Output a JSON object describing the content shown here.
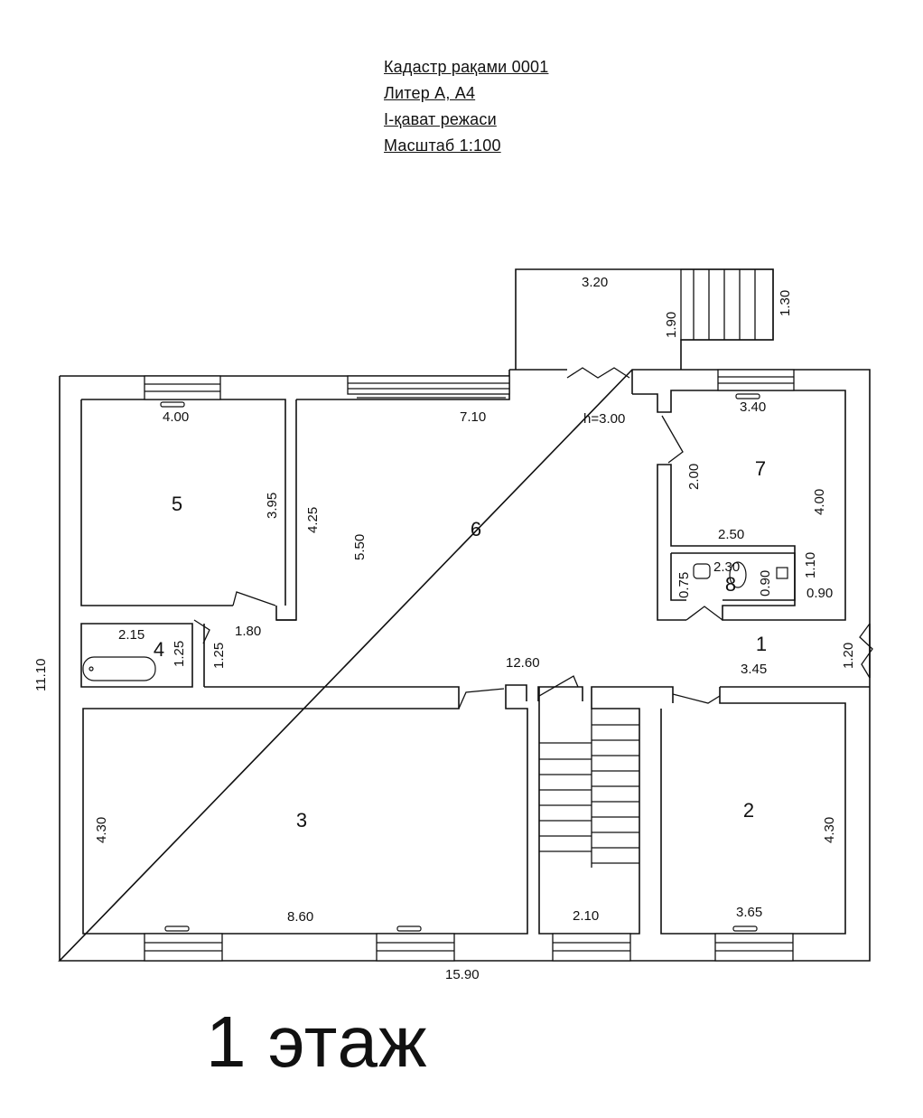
{
  "header": {
    "lines": [
      "Кадастр рақами 0001",
      "Литер А, А4",
      "I-қават режаси",
      "Масштаб 1:100"
    ]
  },
  "rooms": {
    "r1": "1",
    "r2": "2",
    "r3": "3",
    "r4": "4",
    "r5": "5",
    "r6": "6",
    "r7": "7",
    "r8": "8"
  },
  "dims": {
    "porch_w": "3.20",
    "porch_h": "1.90",
    "stairs_h": "1.30",
    "r5_w": "4.00",
    "r5_h": "3.95",
    "r5_wall": "4.25",
    "r6_w": "7.10",
    "r6_h": "5.50",
    "ceiling": "h=3.00",
    "r7_w": "3.40",
    "r7_door": "2.00",
    "r7_h": "4.00",
    "r7_bottom": "2.50",
    "r8_w": "2.30",
    "r8_left": "0.75",
    "r8_mid": "0.90",
    "r8_right": "1.10",
    "r8_bottom": "0.90",
    "r4_w": "2.15",
    "r4_h": "1.25",
    "r4_h2": "1.25",
    "door_5": "1.80",
    "total_h": "11.10",
    "corridor_len": "12.60",
    "corridor_w": "3.45",
    "entry": "1.20",
    "r3_h": "4.30",
    "r3_w": "8.60",
    "stair_w": "2.10",
    "r2_h": "4.30",
    "r2_w": "3.65",
    "total_w": "15.90"
  },
  "floor_caption": "1 этаж"
}
